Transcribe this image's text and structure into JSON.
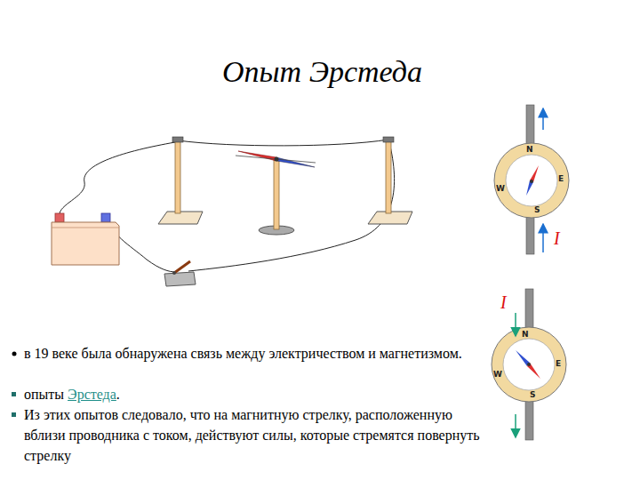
{
  "diagram": {
    "title": "Опыт Эрстеда",
    "labels": [
      "в 19 веке была обнаружена связь между электричеством и магнетизмом.",
      "опыты",
      "Эрстеда",
      ".",
      "Из этих опытов следовало, что на магнитную стрелку, расположенную вблизи проводника с током, действуют силы, которые стремятся повернуть стрелку",
      "N",
      "E",
      "W",
      "S",
      "I",
      "I",
      "N",
      "E",
      "W",
      "S"
    ]
  }
}
